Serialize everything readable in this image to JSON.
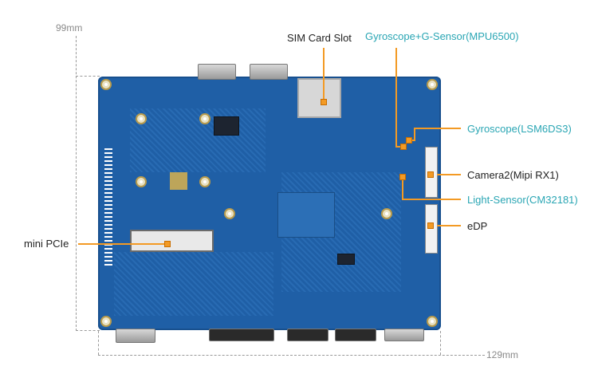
{
  "dimensions": {
    "height": "99mm",
    "width": "129mm"
  },
  "labels": {
    "sim_card_slot": "SIM Card Slot",
    "gyro_gsensor": "Gyroscope+G-Sensor(MPU6500)",
    "gyroscope": "Gyroscope(LSM6DS3)",
    "camera2": "Camera2(Mipi RX1)",
    "light_sensor": "Light-Sensor(CM32181)",
    "edp": "eDP",
    "mini_pcie": "mini PCIe"
  },
  "colors": {
    "dark_label": "#222222",
    "teal_label": "#2aa6b4",
    "callout_line": "#f39a24",
    "board": "#1f5fa6"
  }
}
